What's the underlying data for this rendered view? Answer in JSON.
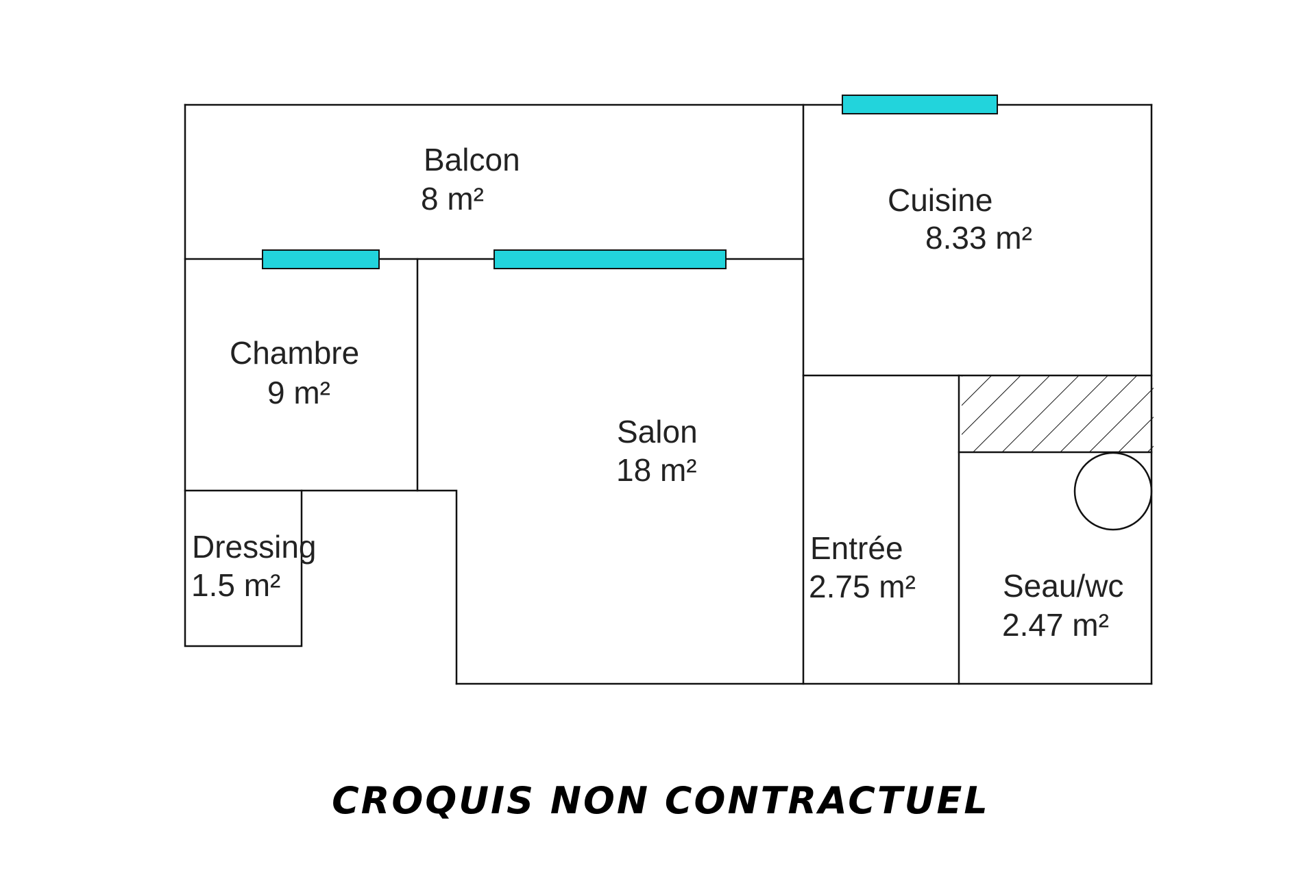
{
  "colors": {
    "window": "#22d4dc",
    "wall": "#111111",
    "text": "#222222"
  },
  "rooms": {
    "balcon": {
      "name": "Balcon",
      "area": "8  m²"
    },
    "cuisine": {
      "name": "Cuisine",
      "area": "8.33  m²"
    },
    "chambre": {
      "name": "Chambre",
      "area": "9  m²"
    },
    "salon": {
      "name": "Salon",
      "area": "18  m²"
    },
    "dressing": {
      "name": "Dressing",
      "area": "1.5  m²"
    },
    "entree": {
      "name": "Entrée",
      "area": "2.75  m²"
    },
    "seau_wc": {
      "name": "Seau/wc",
      "area": "2.47  m²"
    }
  },
  "footer": {
    "disclaimer": "CROQUIS NON CONTRACTUEL"
  }
}
